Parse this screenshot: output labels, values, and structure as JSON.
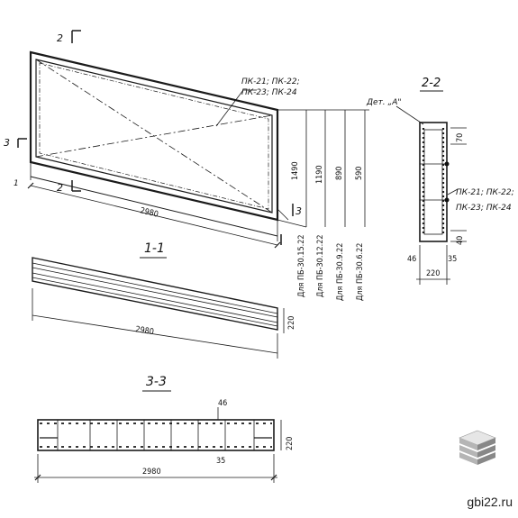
{
  "labels": {
    "marker_2": "2",
    "marker_3": "3",
    "marker_1": "1",
    "pk_top": "ПК-21; ПК-22;",
    "pk_bottom": "ПК-23; ПК-24",
    "section_22_title": "2-2",
    "det_a": "Дет. „А\"",
    "pk_right_top": "ПК-21; ПК-22;",
    "pk_right_bottom": "ПК-23; ПК-24",
    "section_11_title": "1-1",
    "section_33_title": "3-3"
  },
  "dimensions": {
    "length_main": "2980",
    "length_11": "2980",
    "length_33": "2980",
    "h_1490": "1490",
    "h_1190": "1190",
    "h_890": "890",
    "h_590": "590",
    "d_70": "70",
    "d_40": "40",
    "d_46": "46",
    "d_220": "220",
    "d_35": "35",
    "d_220_11": "220",
    "d_46_33": "46",
    "d_35_33": "35",
    "d_220_33": "220"
  },
  "variants": [
    "Для ПБ-30.15.22",
    "Для ПБ-30.12.22",
    "Для ПБ-30.9.22",
    "Для ПБ-30.6.22"
  ],
  "watermark": "gbi22.ru"
}
